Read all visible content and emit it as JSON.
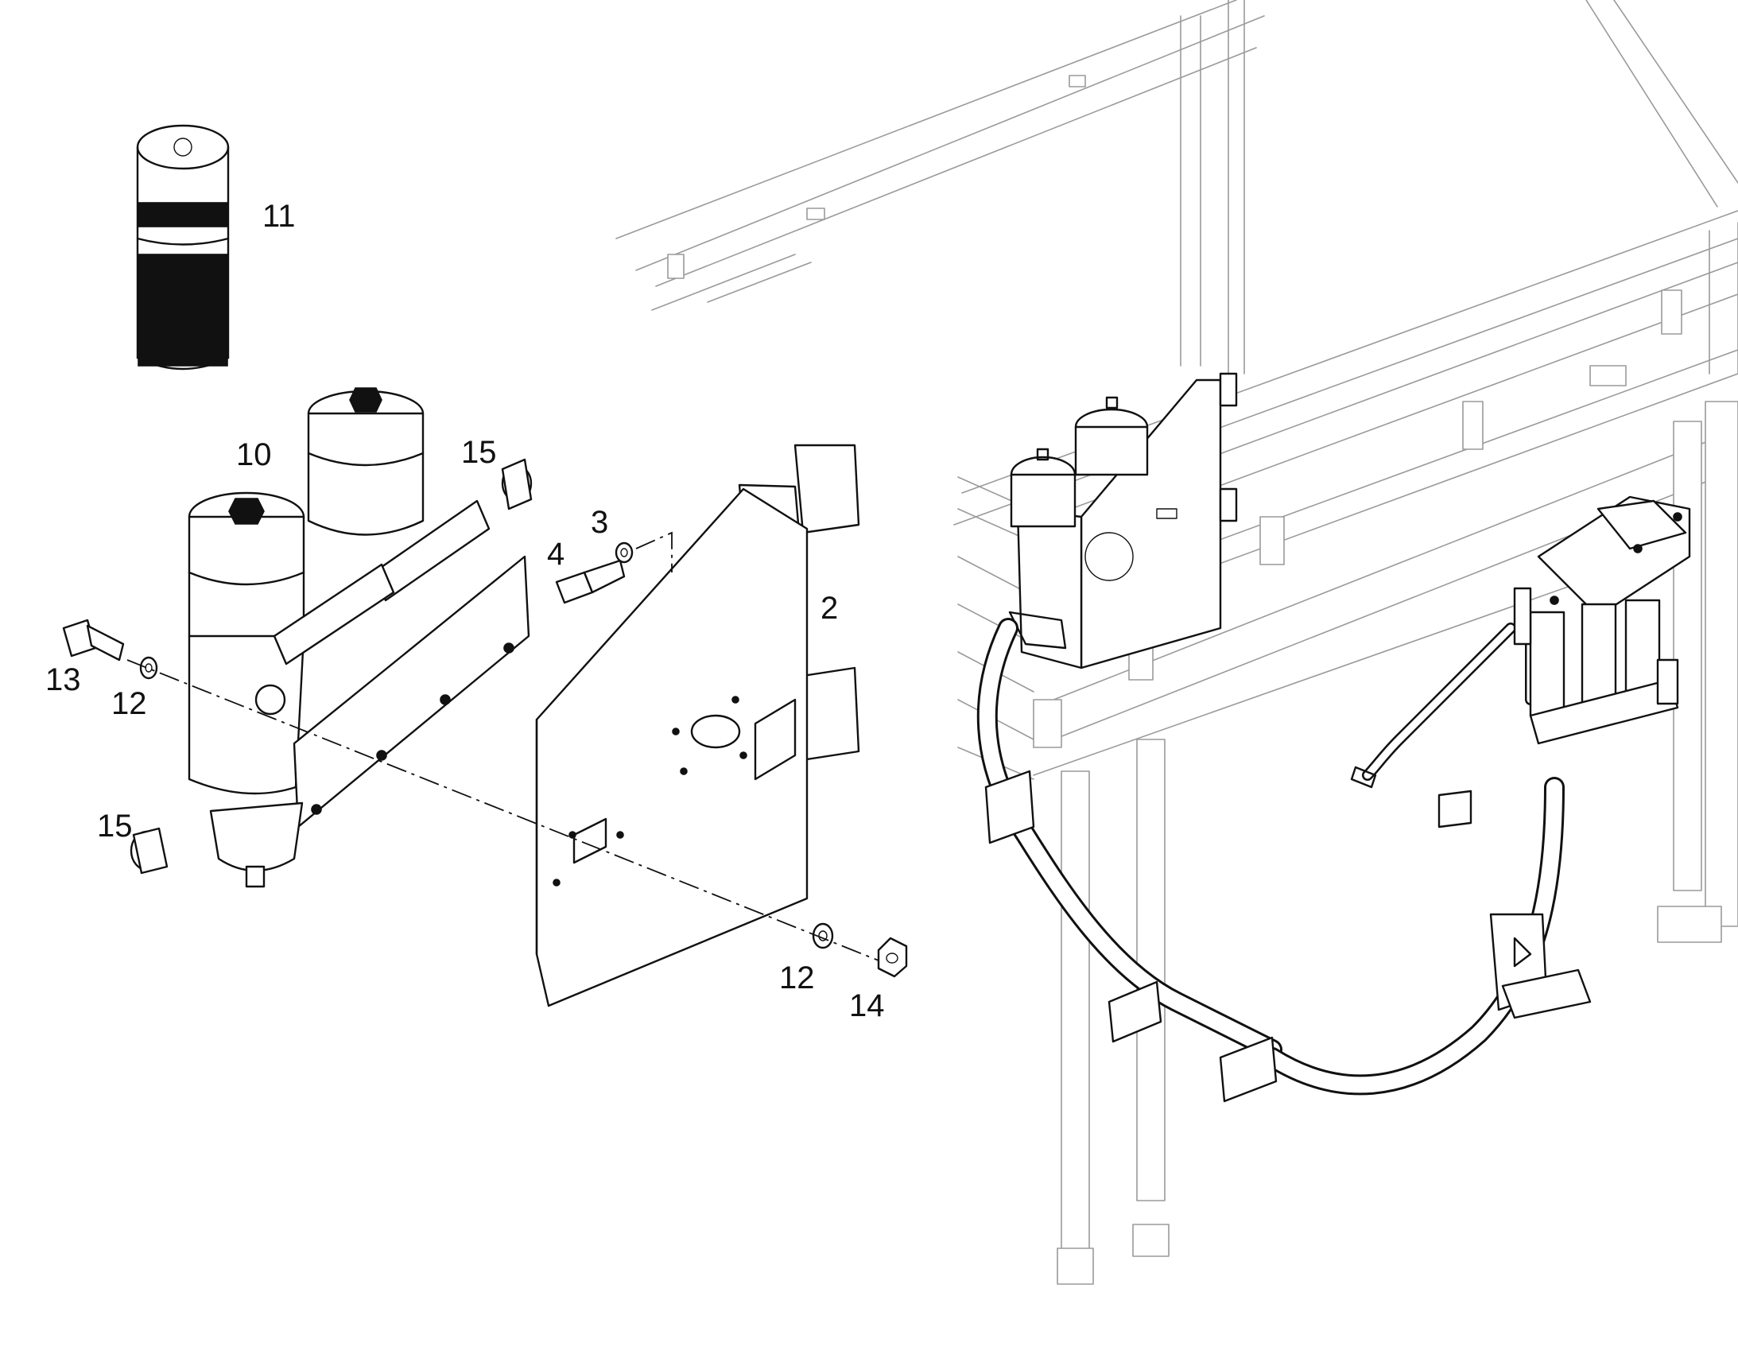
{
  "callouts": {
    "c11": "11",
    "c10": "10",
    "c15a": "15",
    "c3": "3",
    "c4": "4",
    "c2": "2",
    "c13": "13",
    "c12a": "12",
    "c15b": "15",
    "c12b": "12",
    "c14": "14"
  }
}
